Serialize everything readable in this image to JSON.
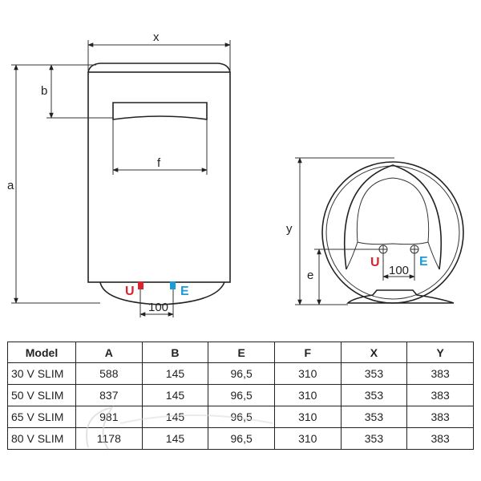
{
  "labels": {
    "x": "x",
    "b": "b",
    "a": "a",
    "f": "f",
    "y": "y",
    "e": "e",
    "u_front": "U",
    "e_front": "E",
    "u_side": "U",
    "e_side": "E",
    "spacing_front": "100",
    "spacing_side": "100"
  },
  "colors": {
    "u_pipe": "#d9232e",
    "e_pipe": "#1e9ad6",
    "line": "#222222"
  },
  "table": {
    "headers": [
      "Model",
      "A",
      "B",
      "E",
      "F",
      "X",
      "Y"
    ],
    "rows": [
      [
        "30 V SLIM",
        "588",
        "145",
        "96,5",
        "310",
        "353",
        "383"
      ],
      [
        "50 V SLIM",
        "837",
        "145",
        "96,5",
        "310",
        "353",
        "383"
      ],
      [
        "65 V SLIM",
        "981",
        "145",
        "96,5",
        "310",
        "353",
        "383"
      ],
      [
        "80 V SLIM",
        "1178",
        "145",
        "96,5",
        "310",
        "353",
        "383"
      ]
    ]
  }
}
